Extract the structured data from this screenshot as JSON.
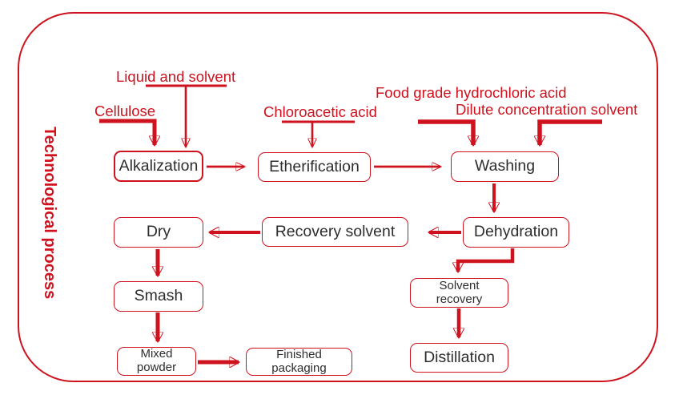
{
  "title": "Technological process",
  "colors": {
    "red": "#ce121e",
    "box_text": "#2d2d2d",
    "background": "#ffffff"
  },
  "input_labels": {
    "liquid_and_solvent": "Liquid and solvent",
    "cellulose": "Cellulose",
    "chloroacetic_acid": "Chloroacetic acid",
    "food_grade_hydrochloric_acid": "Food grade hydrochloric acid",
    "dilute_concentration_solvent": "Dilute concentration solvent"
  },
  "boxes": {
    "alkalization": {
      "label": "Alkalization"
    },
    "etherification": {
      "label": "Etherification"
    },
    "washing": {
      "label": "Washing"
    },
    "dry": {
      "label": "Dry"
    },
    "recovery_solvent": {
      "label": "Recovery solvent"
    },
    "dehydration": {
      "label": "Dehydration"
    },
    "smash": {
      "label": "Smash"
    },
    "solvent_recovery": {
      "line1": "Solvent",
      "line2": "recovery"
    },
    "mixed_powder": {
      "line1": "Mixed",
      "line2": "powder"
    },
    "finished_packaging": {
      "line1": "Finished",
      "line2": "packaging"
    },
    "distillation": {
      "label": "Distillation"
    }
  }
}
